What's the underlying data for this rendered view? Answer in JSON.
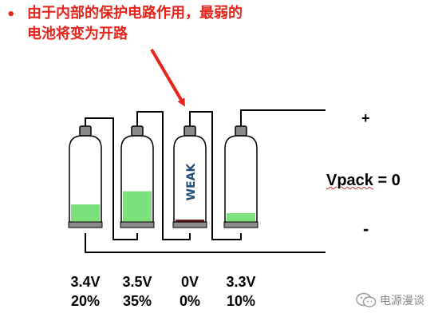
{
  "caption": {
    "line1": "由于内部的保护电路作用，最弱的",
    "line2": "电池将变为开路"
  },
  "bullet": "•",
  "pack": {
    "plus": "+",
    "minus": "-",
    "vpack_name": "Vpack",
    "vpack_value": " = 0"
  },
  "cells": [
    {
      "voltage": "3.4V",
      "charge": "20%",
      "level": 0.2,
      "fill_color": "#7ee07a",
      "label": ""
    },
    {
      "voltage": "3.5V",
      "charge": "35%",
      "level": 0.35,
      "fill_color": "#7ee07a",
      "label": ""
    },
    {
      "voltage": "0V",
      "charge": "0%",
      "level": 0.0,
      "fill_color": "#6b1f1f",
      "label": "WEAK"
    },
    {
      "voltage": "3.3V",
      "charge": "10%",
      "level": 0.1,
      "fill_color": "#7ee07a",
      "label": ""
    }
  ],
  "watermark": {
    "text": "电源漫谈",
    "icon": "wechat-icon"
  },
  "colors": {
    "accent_red": "#e8231b",
    "weak_text": "#1f4e79"
  }
}
